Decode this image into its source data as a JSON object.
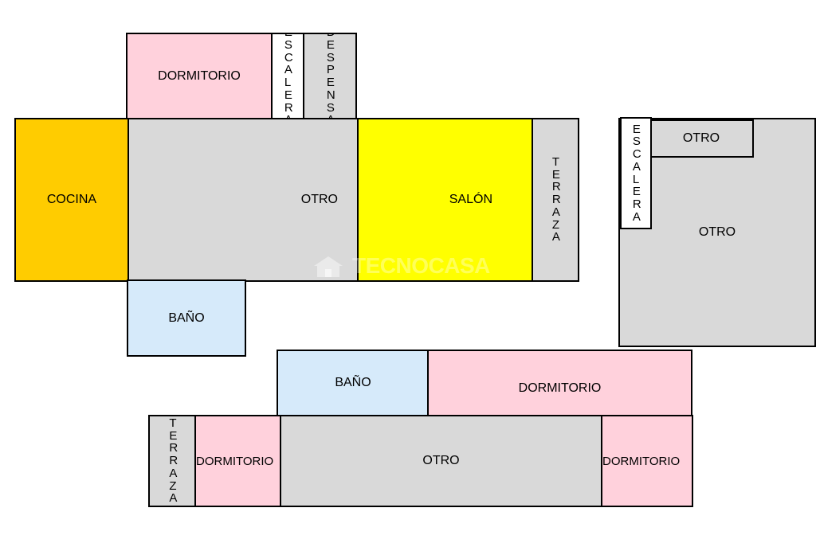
{
  "colors": {
    "dormitorio": "#FFD1DC",
    "escalera": "#FFFFFF",
    "despensa": "#D9D9D9",
    "cocina": "#FFCC00",
    "otro": "#D9D9D9",
    "salon": "#FFFF00",
    "terraza": "#D9D9D9",
    "bano": "#D6EAFA"
  },
  "watermark": {
    "text": "TECNOCASA",
    "icon": "house-icon"
  },
  "floor_a": {
    "dormitorio": "DORMITORIO",
    "escalera": "ESCALERA",
    "despensa": "DESPENSA",
    "cocina": "COCINA",
    "otro": "OTRO",
    "salon": "SALÓN",
    "terraza": "TERRAZA",
    "bano": "BAÑO"
  },
  "floor_b": {
    "escalera": "ESCALERA",
    "otro_small": "OTRO",
    "otro_large": "OTRO"
  },
  "floor_c": {
    "bano": "BAÑO",
    "dormitorio_top": "DORMITORIO",
    "terraza": "TERRAZA",
    "dormitorio_left": "DORMITORIO",
    "otro": "OTRO",
    "dormitorio_right": "DORMITORIO"
  }
}
